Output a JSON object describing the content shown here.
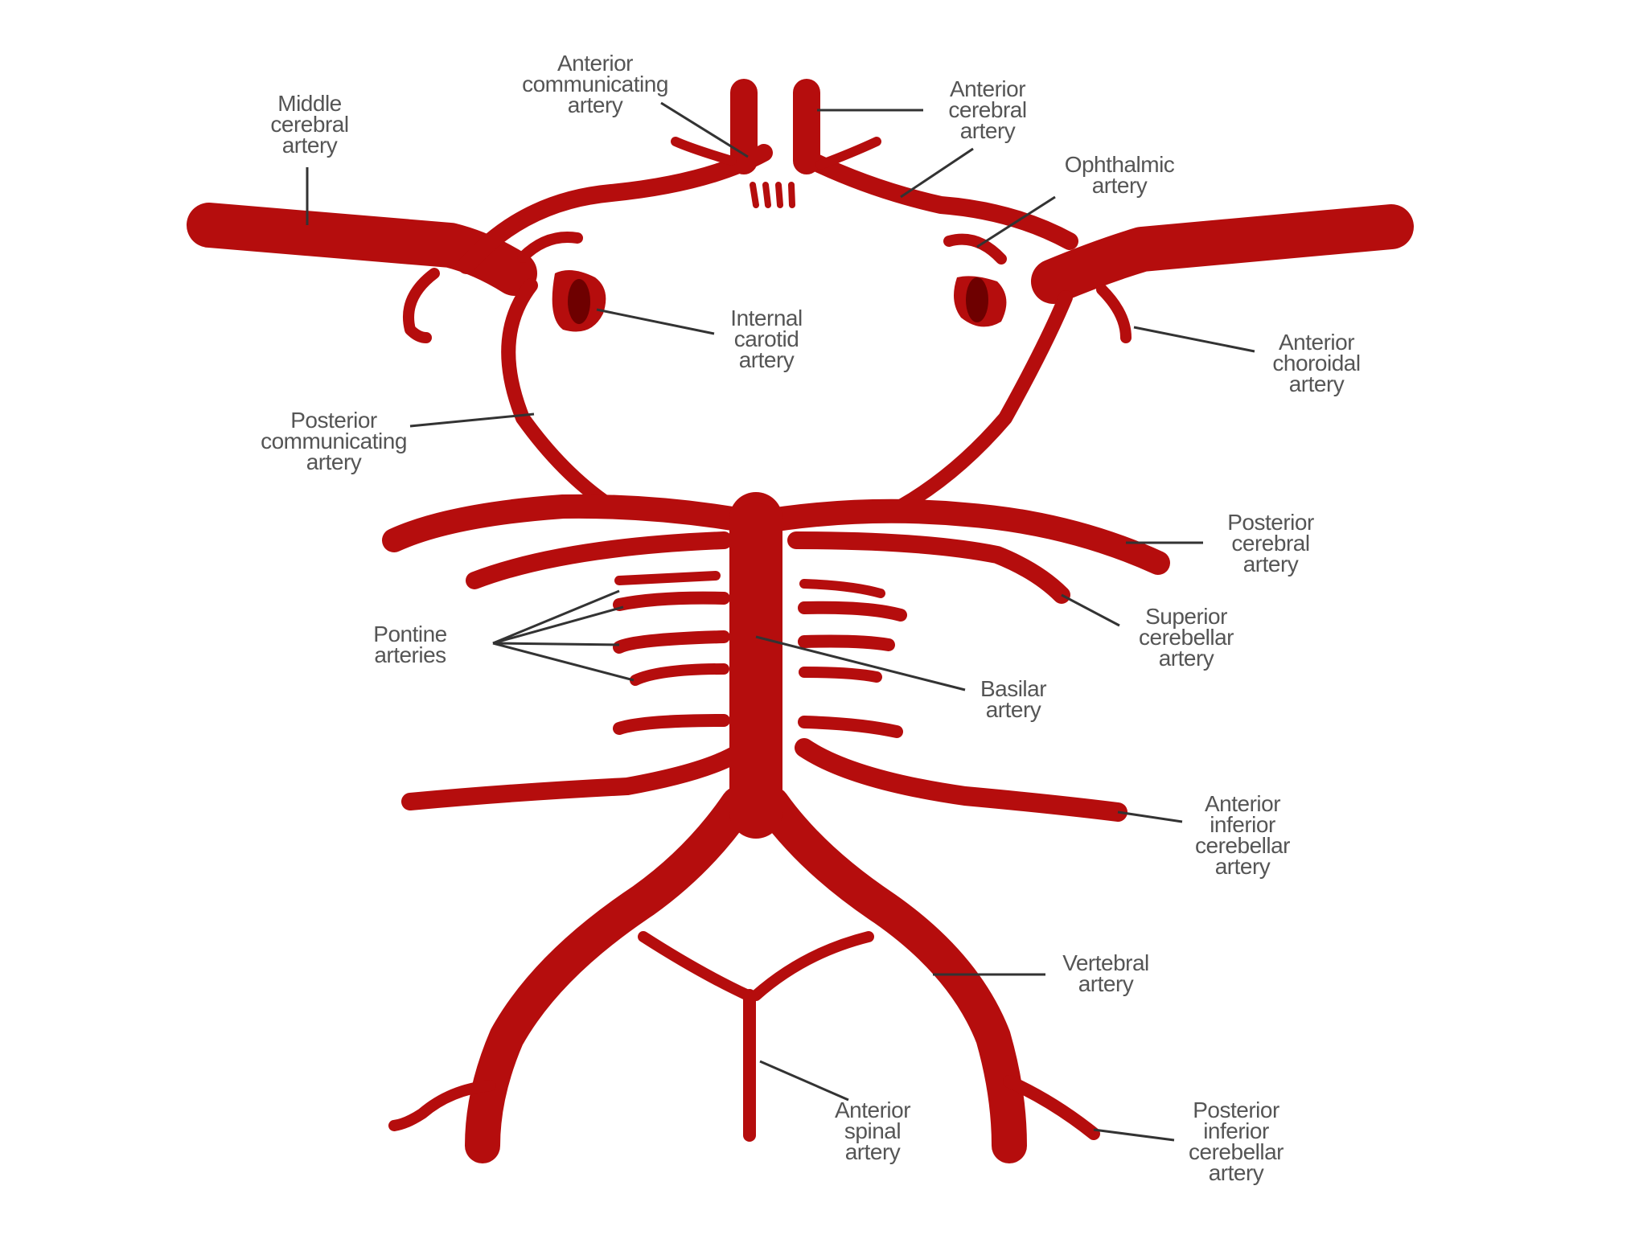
{
  "colors": {
    "artery": "#b50d0d",
    "artery_dark": "#6e0000",
    "label_text": "#555555",
    "leader_line": "#333333",
    "background": "#ffffff"
  },
  "labels": {
    "middle_cerebral": "Middle\ncerebral\nartery",
    "anterior_communicating": "Anterior\ncommunicating\nartery",
    "anterior_cerebral": "Anterior\ncerebral\nartery",
    "ophthalmic": "Ophthalmic\nartery",
    "internal_carotid": "Internal\ncarotid\nartery",
    "anterior_choroidal": "Anterior\nchoroidal\nartery",
    "posterior_communicating": "Posterior\ncommunicating\nartery",
    "posterior_cerebral": "Posterior\ncerebral\nartery",
    "superior_cerebellar": "Superior\ncerebellar\nartery",
    "pontine": "Pontine\narteries",
    "basilar": "Basilar\nartery",
    "anterior_inferior_cerebellar": "Anterior\ninferior\ncerebellar\nartery",
    "vertebral": "Vertebral\nartery",
    "anterior_spinal": "Anterior\nspinal\nartery",
    "posterior_inferior_cerebellar": "Posterior\ninferior\ncerebellar\nartery"
  }
}
